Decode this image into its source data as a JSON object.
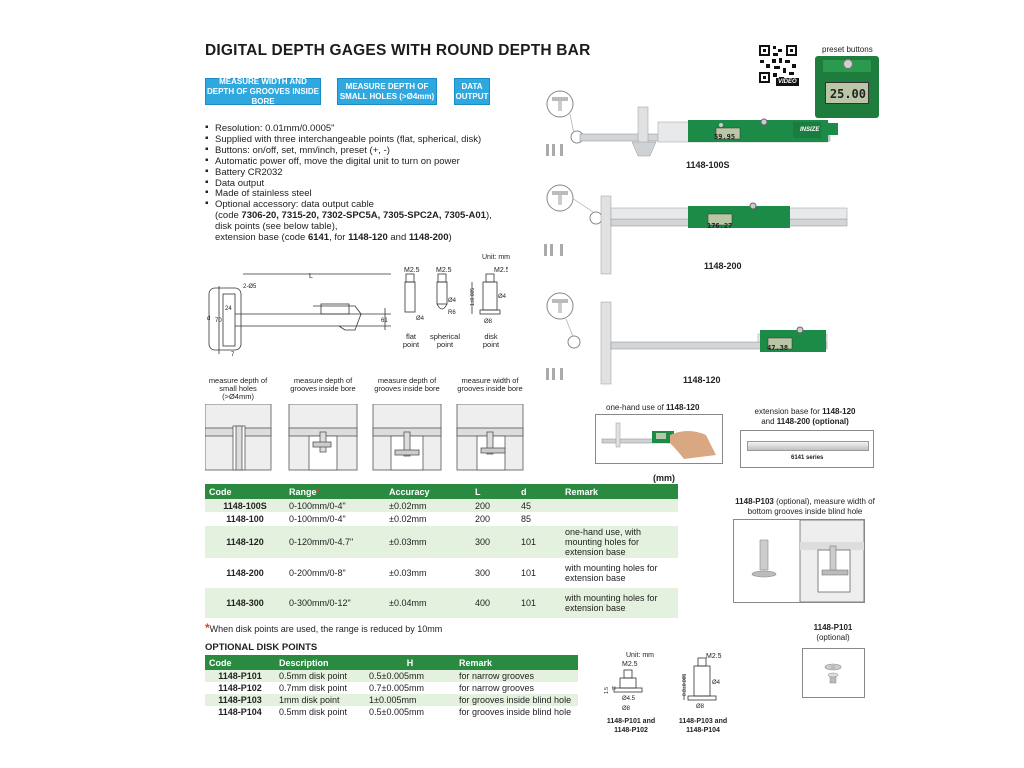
{
  "title": "DIGITAL DEPTH GAGES WITH ROUND DEPTH BAR",
  "tags": [
    "MEASURE WIDTH AND DEPTH OF GROOVES INSIDE BORE",
    "MEASURE DEPTH OF SMALL HOLES (>Ø4mm)",
    "DATA OUTPUT"
  ],
  "qr": {
    "video_label": "VIDEO"
  },
  "preset": {
    "label": "preset buttons",
    "display": "25.00"
  },
  "features": {
    "resolution": "Resolution: 0.01mm/0.0005\"",
    "points": "Supplied with three interchangeable points (flat, spherical, disk)",
    "buttons": "Buttons: on/off, set, mm/inch, preset (+, -)",
    "power_off": "Automatic power off, move the digital unit to turn on power",
    "battery": "Battery CR2032",
    "data_output": "Data output",
    "steel": "Made of stainless steel",
    "optional": "Optional accessory: data output cable",
    "code_open": "(code ",
    "code_list": "7306-20, 7315-20, 7302-SPC5A, 7305-SPC2A, 7305-A01",
    "code_close": "),",
    "disk_points": "disk points (see below table),",
    "ext_base_pre": "extension base (code ",
    "ext_base_code": "6141",
    "ext_base_mid": ", for ",
    "ext_base_m1": "1148-120",
    "ext_base_and": " and ",
    "ext_base_m2": "1148-200",
    "ext_base_close": ")"
  },
  "products": [
    {
      "model": "1148-100S",
      "display": "59.95"
    },
    {
      "model": "1148-200",
      "display": "176.27"
    },
    {
      "model": "1148-120",
      "display": "47.38"
    }
  ],
  "brand": "INSIZE",
  "drawing": {
    "unit": "Unit: mm",
    "L": "L",
    "dia_2": "2-Ø5",
    "d": "d",
    "d70": "70",
    "d24": "24",
    "d61": "61",
    "d7": "7",
    "m25": "M2.5",
    "d4": "Ø4",
    "r6": "R6",
    "d8": "Ø8",
    "h1": "1±0.005",
    "points": [
      "flat point",
      "spherical point",
      "disk point"
    ]
  },
  "uses": [
    "measure depth of small holes (>Ø4mm)",
    "measure depth of grooves inside bore",
    "measure depth of grooves inside bore",
    "measure width of grooves inside bore"
  ],
  "onehand": {
    "pre": "one-hand use of ",
    "model": "1148-120"
  },
  "extbase": {
    "pre": "extension base for ",
    "m1": "1148-120",
    "and": "and ",
    "m2": "1148-200",
    "post": " (optional)",
    "series": "6141 series"
  },
  "spec_unit": "(mm)",
  "spec_table": {
    "headers": [
      "Code",
      "Range",
      "Accuracy",
      "L",
      "d",
      "Remark"
    ],
    "star": "*",
    "rows": [
      {
        "code": "1148-100S",
        "range": "0-100mm/0-4\"",
        "accuracy": "±0.02mm",
        "L": "200",
        "d": "45",
        "remark": ""
      },
      {
        "code": "1148-100",
        "range": "0-100mm/0-4\"",
        "accuracy": "±0.02mm",
        "L": "200",
        "d": "85",
        "remark": ""
      },
      {
        "code": "1148-120",
        "range": "0-120mm/0-4.7\"",
        "accuracy": "±0.03mm",
        "L": "300",
        "d": "101",
        "remark": "one-hand use, with mounting holes for extension base"
      },
      {
        "code": "1148-200",
        "range": "0-200mm/0-8\"",
        "accuracy": "±0.03mm",
        "L": "300",
        "d": "101",
        "remark": "with mounting holes for extension base"
      },
      {
        "code": "1148-300",
        "range": "0-300mm/0-12\"",
        "accuracy": "±0.04mm",
        "L": "400",
        "d": "101",
        "remark": "with mounting holes for extension base"
      }
    ]
  },
  "footnote": "When disk points are used, the range is reduced by 10mm",
  "disk_title": "OPTIONAL DISK POINTS",
  "disk_table": {
    "headers": [
      "Code",
      "Description",
      "H",
      "Remark"
    ],
    "rows": [
      {
        "code": "1148-P101",
        "desc": "0.5mm disk point",
        "h": "0.5±0.005mm",
        "remark": "for narrow grooves"
      },
      {
        "code": "1148-P102",
        "desc": "0.7mm disk point",
        "h": "0.7±0.005mm",
        "remark": "for narrow grooves"
      },
      {
        "code": "1148-P103",
        "desc": "1mm disk point",
        "h": "1±0.005mm",
        "remark": "for grooves inside blind hole"
      },
      {
        "code": "1148-P104",
        "desc": "0.5mm disk point",
        "h": "0.5±0.005mm",
        "remark": "for grooves inside blind hole"
      }
    ]
  },
  "p103": {
    "model": "1148-P103",
    "text": " (optional), measure width of bottom grooves inside blind hole"
  },
  "p101": {
    "model": "1148-P101",
    "text": "(optional)"
  },
  "disk_drawing": {
    "unit": "Unit: mm",
    "m25": "M2.5",
    "d45": "Ø4.5",
    "d8": "Ø8",
    "d4": "Ø4",
    "h15": "1.5",
    "h": "H",
    "h08": "0.8±0.005",
    "cap1": "1148-P101 and 1148-P102",
    "cap2": "1148-P103 and 1148-P104"
  }
}
